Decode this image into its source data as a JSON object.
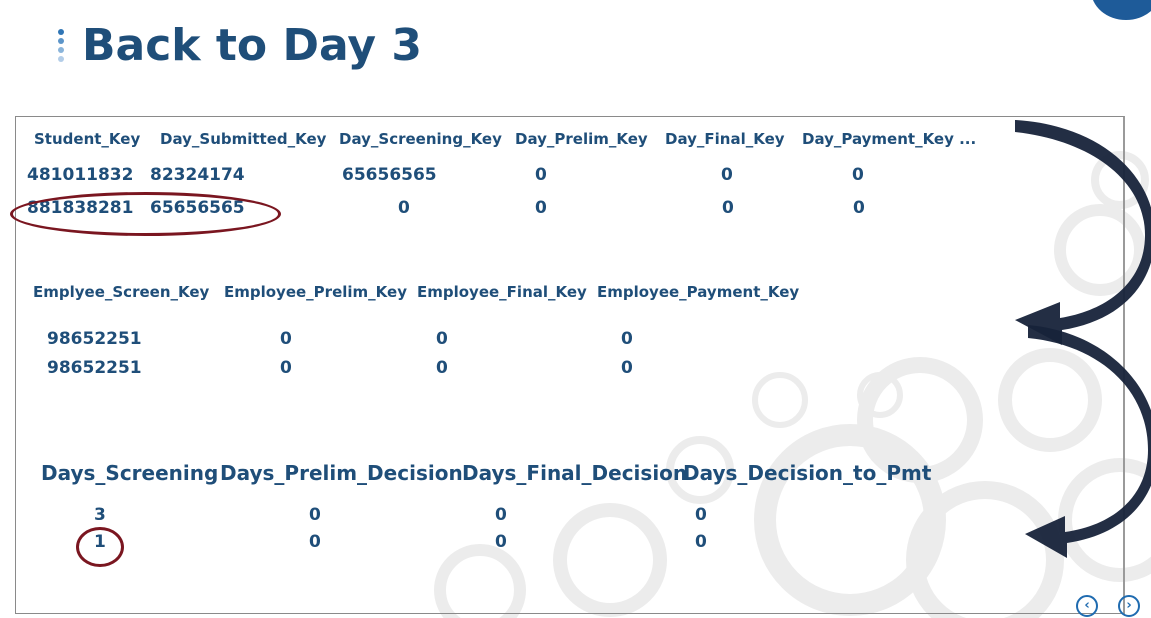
{
  "slide": {
    "title": "Back to Day 3"
  },
  "table1": {
    "headers": [
      "Student_Key",
      "Day_Submitted_Key",
      "Day_Screening_Key",
      "Day_Prelim_Key",
      "Day_Final_Key",
      "Day_Payment_Key ..."
    ],
    "rows": [
      [
        "481011832",
        "82324174",
        "65656565",
        "0",
        "0",
        "0"
      ],
      [
        "881838281",
        "65656565",
        "0",
        "0",
        "0",
        "0"
      ]
    ]
  },
  "table2": {
    "headers": [
      "Emplyee_Screen_Key",
      "Employee_Prelim_Key",
      "Employee_Final_Key",
      "Employee_Payment_Key"
    ],
    "rows": [
      [
        "98652251",
        "0",
        "0",
        "0"
      ],
      [
        "98652251",
        "0",
        "0",
        "0"
      ]
    ]
  },
  "table3": {
    "headers": [
      "Days_Screening",
      "Days_Prelim_Decision",
      "Days_Final_Decision",
      "Days_Decision_to_Pmt"
    ],
    "rows": [
      [
        "3",
        "0",
        "0",
        "0"
      ],
      [
        "1",
        "0",
        "0",
        "0"
      ]
    ]
  },
  "nav": {
    "prev_icon": "chevron-left-icon",
    "next_icon": "chevron-right-icon"
  },
  "colors": {
    "title": "#1f4e79",
    "text": "#1f4e79",
    "highlight": "#7a1620",
    "arrow": "#17233a"
  }
}
